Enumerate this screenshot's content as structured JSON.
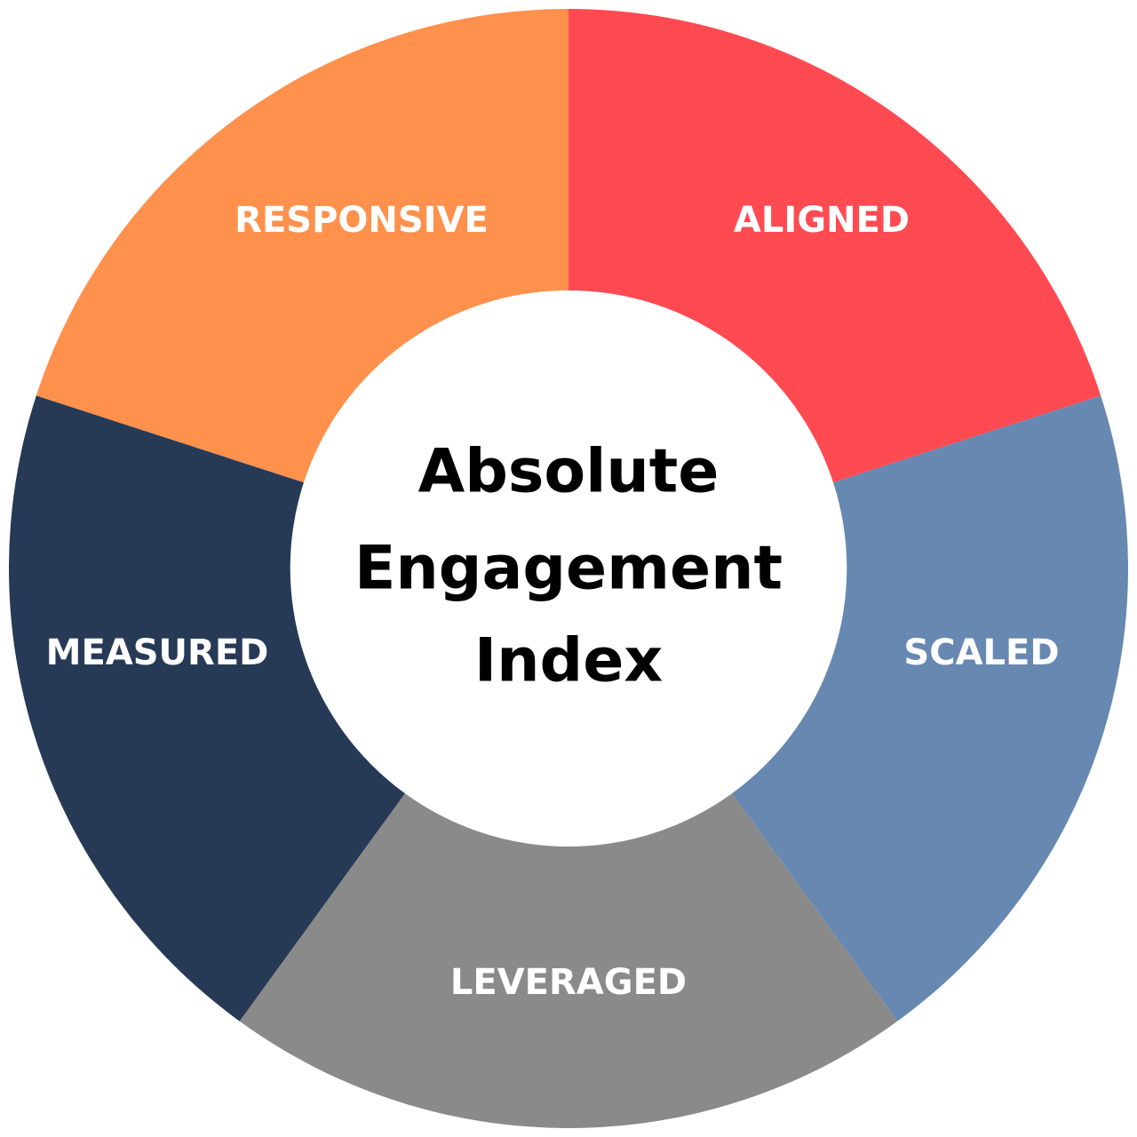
{
  "diagram": {
    "center_title": [
      "Absolute",
      "Engagement",
      "Index"
    ],
    "center_color": "#ffffff",
    "segments": [
      {
        "label": "ALIGNED",
        "color": "#FF4A52"
      },
      {
        "label": "SCALED",
        "color": "#6788B1"
      },
      {
        "label": "LEVERAGED",
        "color": "#8A8A8A"
      },
      {
        "label": "MEASURED",
        "color": "#263A56"
      },
      {
        "label": "RESPONSIVE",
        "color": "#FF914D"
      }
    ]
  }
}
